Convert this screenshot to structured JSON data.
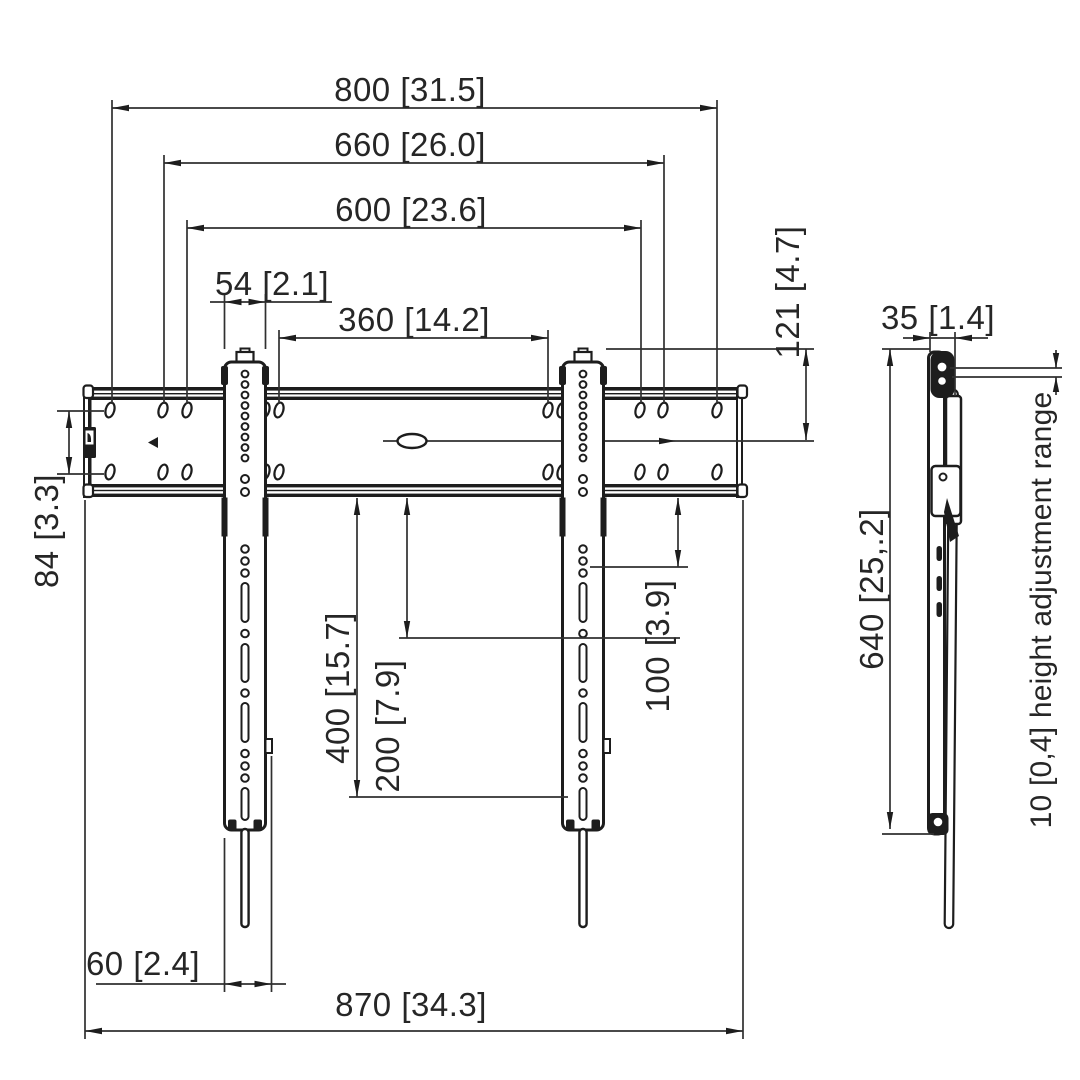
{
  "drawing": {
    "kind": "tv-wall-mount-dimension-drawing",
    "colors": {
      "background": "#ffffff",
      "line": "#1d1d1d",
      "text": "#262626"
    },
    "dims": {
      "d800": "800 [31.5]",
      "d660": "660 [26.0]",
      "d600": "600 [23.6]",
      "d54": "54 [2.1]",
      "d360": "360 [14.2]",
      "d121": "121 [4.7]",
      "d84": "84 [3.3]",
      "d400": "400 [15.7]",
      "d200": "200 [7.9]",
      "d100": "100 [3.9]",
      "d60": "60 [2.4]",
      "d870": "870 [34.3]",
      "d35": "35 [1.4]",
      "d640": "640 [25,.2]",
      "d10": "10 [0,4] height adjustment range"
    }
  }
}
